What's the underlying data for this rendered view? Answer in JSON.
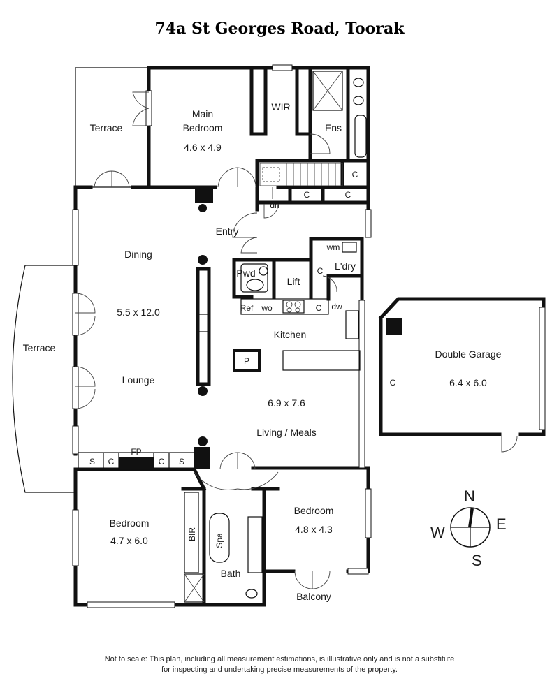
{
  "title": "74a St Georges Road, Toorak",
  "rooms": {
    "terrace_top": "Terrace",
    "main_bedroom_line1": "Main",
    "main_bedroom_line2": "Bedroom",
    "main_bedroom_size": "4.6 x 4.9",
    "wir": "WIR",
    "ens": "Ens",
    "entry": "Entry",
    "dining": "Dining",
    "dining_size": "5.5 x 12.0",
    "lounge": "Lounge",
    "terrace_left": "Terrace",
    "pwd": "Pwd",
    "lift": "Lift",
    "laundry": "L'dry",
    "kitchen": "Kitchen",
    "living_size": "6.9 x 7.6",
    "living": "Living / Meals",
    "double_garage": "Double Garage",
    "garage_size": "6.4 x 6.0",
    "bedroom_left": "Bedroom",
    "bedroom_left_size": "4.7 x 6.0",
    "bedroom_right": "Bedroom",
    "bedroom_right_size": "4.8 x 4.3",
    "bath": "Bath",
    "balcony": "Balcony",
    "bir": "BIR",
    "spa": "Spa"
  },
  "fixtures": {
    "c": "C",
    "s": "S",
    "fp": "FP",
    "dn": "dn",
    "wm": "wm",
    "ref": "Ref",
    "wo": "wo",
    "dw": "dw",
    "p": "P"
  },
  "compass": {
    "n": "N",
    "e": "E",
    "s": "S",
    "w": "W"
  },
  "disclaimer_line1": "Not to scale: This plan, including all measurement estimations, is illustrative only and is not a substitute",
  "disclaimer_line2": "for inspecting and undertaking precise measurements of the property."
}
